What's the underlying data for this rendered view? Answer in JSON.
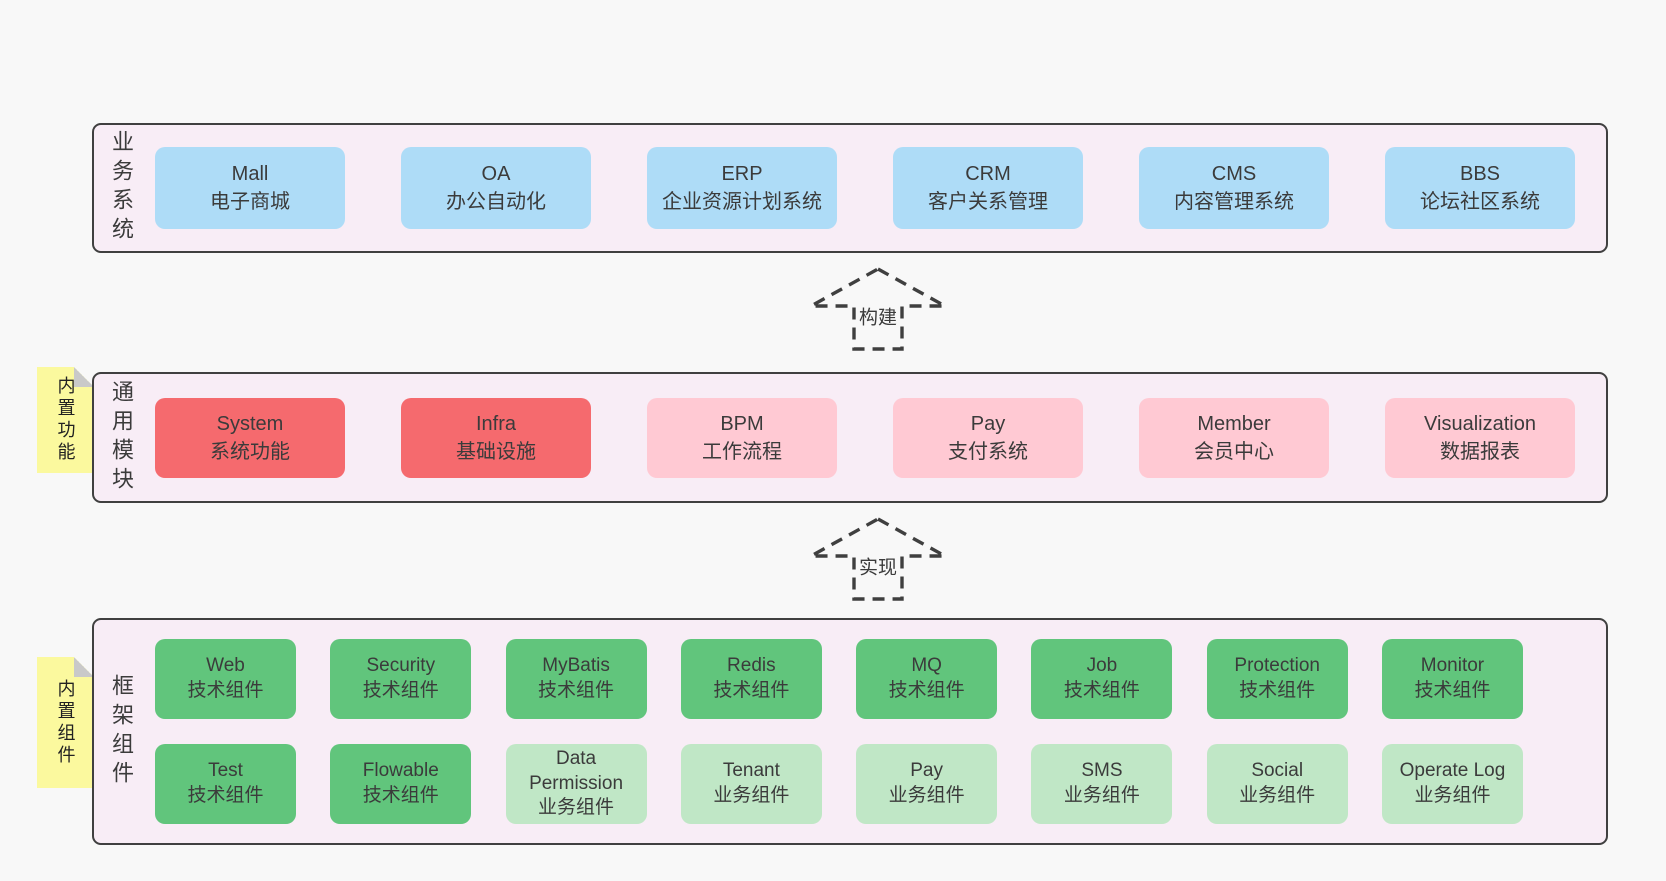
{
  "colors": {
    "page_bg": "#f8f8f8",
    "band_bg": "#f8edf6",
    "band_border": "#404040",
    "blue": "#aedcf7",
    "red": "#f56a6e",
    "pink": "#ffc9d3",
    "green": "#61c57c",
    "green_light": "#c0e7c6",
    "yellow": "#fbf99e",
    "fold": "#c9c9c9",
    "text": "#3b3b3b",
    "arrow": "#3f3f3f"
  },
  "bands": [
    {
      "label": "业务系统",
      "sticky": null,
      "rows": [
        [
          {
            "title": "Mall",
            "subtitle": "电子商城",
            "variant": "blue"
          },
          {
            "title": "OA",
            "subtitle": "办公自动化",
            "variant": "blue"
          },
          {
            "title": "ERP",
            "subtitle": "企业资源计划系统",
            "variant": "blue"
          },
          {
            "title": "CRM",
            "subtitle": "客户关系管理",
            "variant": "blue"
          },
          {
            "title": "CMS",
            "subtitle": "内容管理系统",
            "variant": "blue"
          },
          {
            "title": "BBS",
            "subtitle": "论坛社区系统",
            "variant": "blue"
          }
        ]
      ]
    },
    {
      "label": "通用模块",
      "sticky": "内置功能",
      "rows": [
        [
          {
            "title": "System",
            "subtitle": "系统功能",
            "variant": "red"
          },
          {
            "title": "Infra",
            "subtitle": "基础设施",
            "variant": "red"
          },
          {
            "title": "BPM",
            "subtitle": "工作流程",
            "variant": "pink"
          },
          {
            "title": "Pay",
            "subtitle": "支付系统",
            "variant": "pink"
          },
          {
            "title": "Member",
            "subtitle": "会员中心",
            "variant": "pink"
          },
          {
            "title": "Visualization",
            "subtitle": "数据报表",
            "variant": "pink"
          }
        ]
      ]
    },
    {
      "label": "框架组件",
      "sticky": "内置组件",
      "rows": [
        [
          {
            "title": "Web",
            "subtitle": "技术组件",
            "variant": "green"
          },
          {
            "title": "Security",
            "subtitle": "技术组件",
            "variant": "green"
          },
          {
            "title": "MyBatis",
            "subtitle": "技术组件",
            "variant": "green"
          },
          {
            "title": "Redis",
            "subtitle": "技术组件",
            "variant": "green"
          },
          {
            "title": "MQ",
            "subtitle": "技术组件",
            "variant": "green"
          },
          {
            "title": "Job",
            "subtitle": "技术组件",
            "variant": "green"
          },
          {
            "title": "Protection",
            "subtitle": "技术组件",
            "variant": "green"
          },
          {
            "title": "Monitor",
            "subtitle": "技术组件",
            "variant": "green"
          }
        ],
        [
          {
            "title": "Test",
            "subtitle": "技术组件",
            "variant": "green"
          },
          {
            "title": "Flowable",
            "subtitle": "技术组件",
            "variant": "green"
          },
          {
            "title": "Data Permission",
            "subtitle": "业务组件",
            "variant": "green_light"
          },
          {
            "title": "Tenant",
            "subtitle": "业务组件",
            "variant": "green_light"
          },
          {
            "title": "Pay",
            "subtitle": "业务组件",
            "variant": "green_light"
          },
          {
            "title": "SMS",
            "subtitle": "业务组件",
            "variant": "green_light"
          },
          {
            "title": "Social",
            "subtitle": "业务组件",
            "variant": "green_light"
          },
          {
            "title": "Operate Log",
            "subtitle": "业务组件",
            "variant": "green_light"
          }
        ]
      ]
    }
  ],
  "arrows": [
    {
      "label": "构建"
    },
    {
      "label": "实现"
    }
  ]
}
